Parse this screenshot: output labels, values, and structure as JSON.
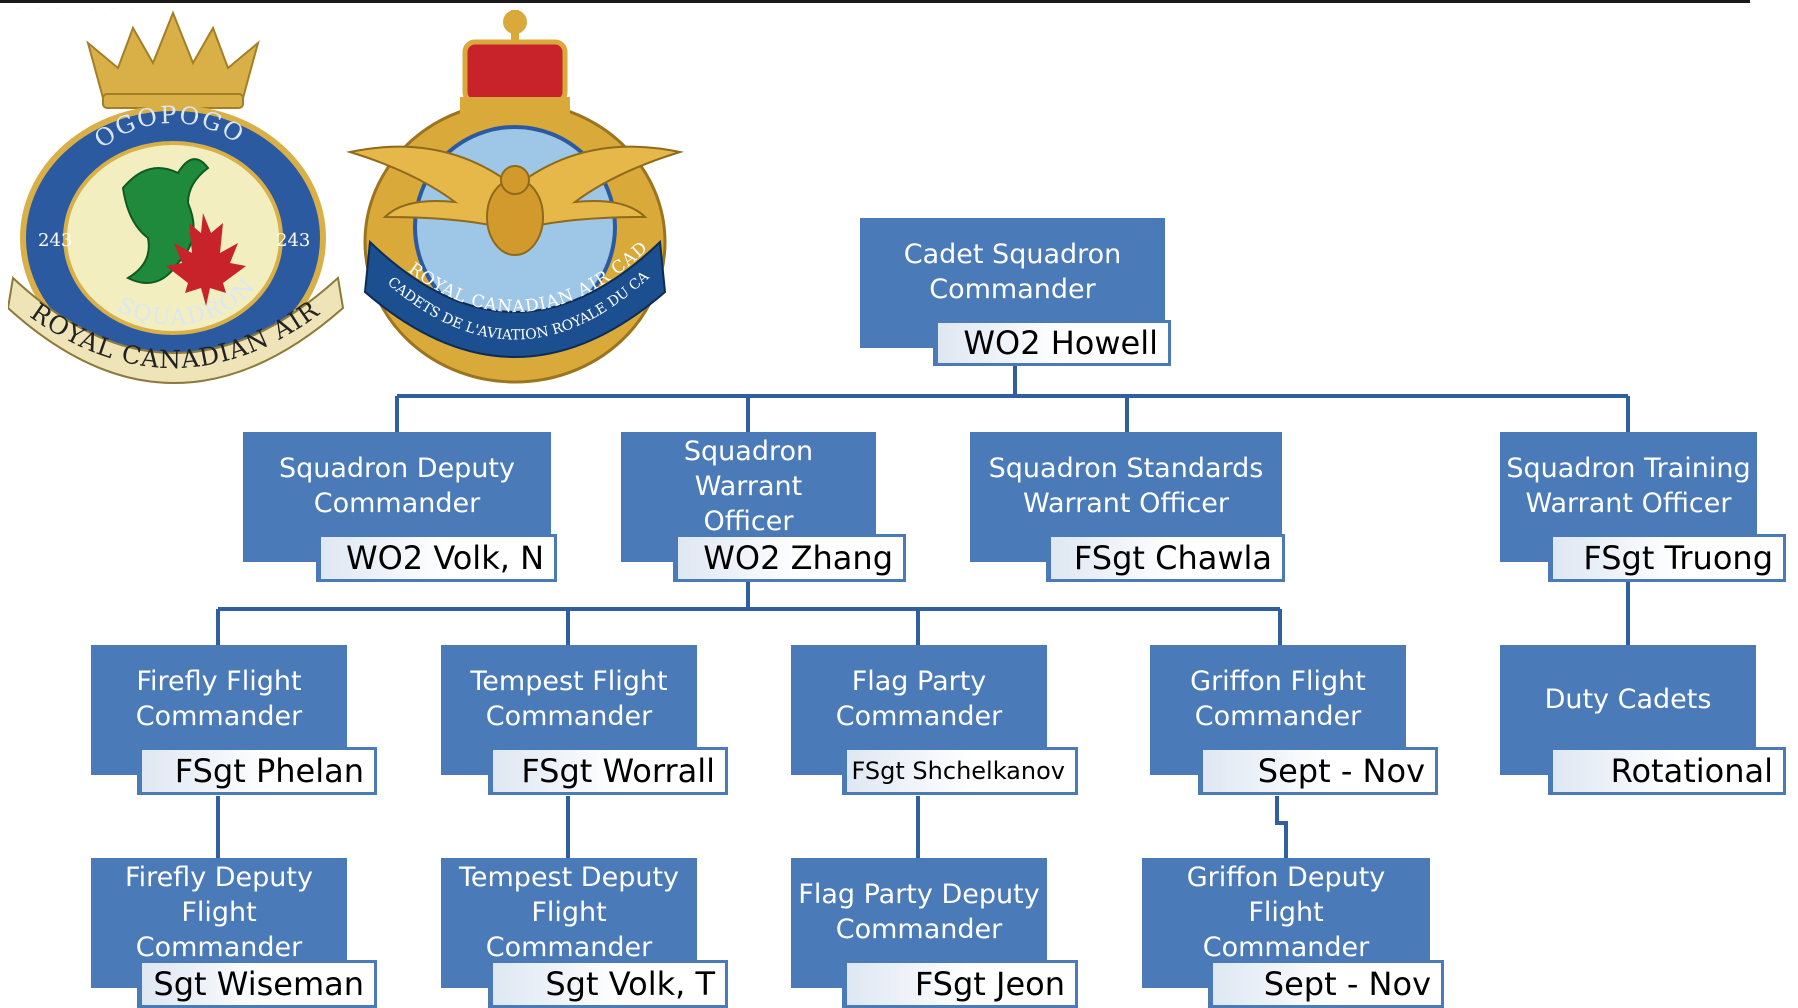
{
  "colors": {
    "box": "#4a7ab8",
    "line": "#2f5f9e",
    "gold": "#d9b048",
    "crest_blue": "#2c5aa0"
  },
  "crests": {
    "squadron": {
      "top_text": "OGOPOGO",
      "number": "243",
      "bottom_text": "SQUADRON",
      "ribbon_text": "ROYAL CANADIAN AIR CADETS"
    },
    "national": {
      "ribbon_text_en": "ROYAL CANADIAN AIR CADETS",
      "ribbon_text_fr": "CADETS DE L'AVIATION ROYALE DU CANADA"
    }
  },
  "positions": {
    "commander": {
      "title": "Cadet Squadron\nCommander",
      "name": "WO2 Howell"
    },
    "deputy": {
      "title": "Squadron Deputy\nCommander",
      "name": "WO2 Volk, N"
    },
    "warrant": {
      "title": "Squadron Warrant\nOfficer",
      "name": "WO2 Zhang"
    },
    "standards": {
      "title": "Squadron Standards\nWarrant Officer",
      "name": "FSgt Chawla"
    },
    "training": {
      "title": "Squadron Training\nWarrant Officer",
      "name": "FSgt Truong"
    },
    "firefly": {
      "title": "Firefly Flight\nCommander",
      "name": "FSgt Phelan"
    },
    "tempest": {
      "title": "Tempest Flight\nCommander",
      "name": "FSgt Worrall"
    },
    "flagparty": {
      "title": "Flag Party\nCommander",
      "name": "FSgt Shchelkanov"
    },
    "griffon": {
      "title": "Griffon Flight\nCommander",
      "name": "Sept - Nov"
    },
    "duty": {
      "title": "Duty Cadets",
      "name": "Rotational"
    },
    "firefly_dep": {
      "title": "Firefly Deputy\nFlight Commander",
      "name": "Sgt Wiseman"
    },
    "tempest_dep": {
      "title": "Tempest Deputy\nFlight Commander",
      "name": "Sgt Volk, T"
    },
    "flag_dep": {
      "title": "Flag Party Deputy\nCommander",
      "name": "FSgt Jeon"
    },
    "griffon_dep": {
      "title": "Griffon Deputy Flight\nCommander",
      "name": "Sept - Nov"
    }
  }
}
